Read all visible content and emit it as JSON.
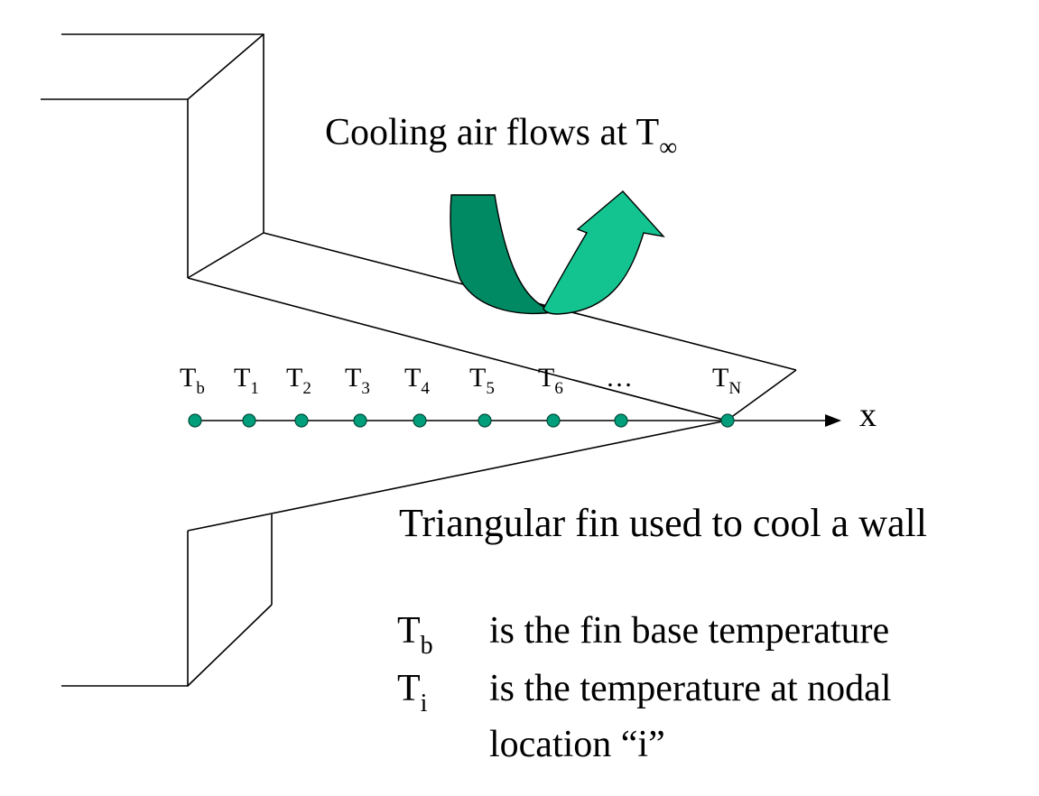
{
  "air_label": {
    "main": "Cooling air flows at T",
    "sub": "∞"
  },
  "nodes": [
    {
      "main": "T",
      "sub": "b"
    },
    {
      "main": "T",
      "sub": "1"
    },
    {
      "main": "T",
      "sub": "2"
    },
    {
      "main": "T",
      "sub": "3"
    },
    {
      "main": "T",
      "sub": "4"
    },
    {
      "main": "T",
      "sub": "5"
    },
    {
      "main": "T",
      "sub": "6"
    },
    {
      "main": "…",
      "sub": ""
    },
    {
      "main": "T",
      "sub": "N"
    }
  ],
  "axis_label": "x",
  "caption": "Triangular fin used to cool a wall",
  "legend": [
    {
      "symbol": "T",
      "sub": "b",
      "text": "is the fin base temperature"
    },
    {
      "symbol": "T",
      "sub": "i",
      "text": "is the temperature at nodal"
    }
  ],
  "legend_continuation": "location “i”",
  "colors": {
    "node_fill": "#009e7a",
    "arrow_dark": "#008a63",
    "arrow_light": "#14c490",
    "line": "#000000"
  }
}
